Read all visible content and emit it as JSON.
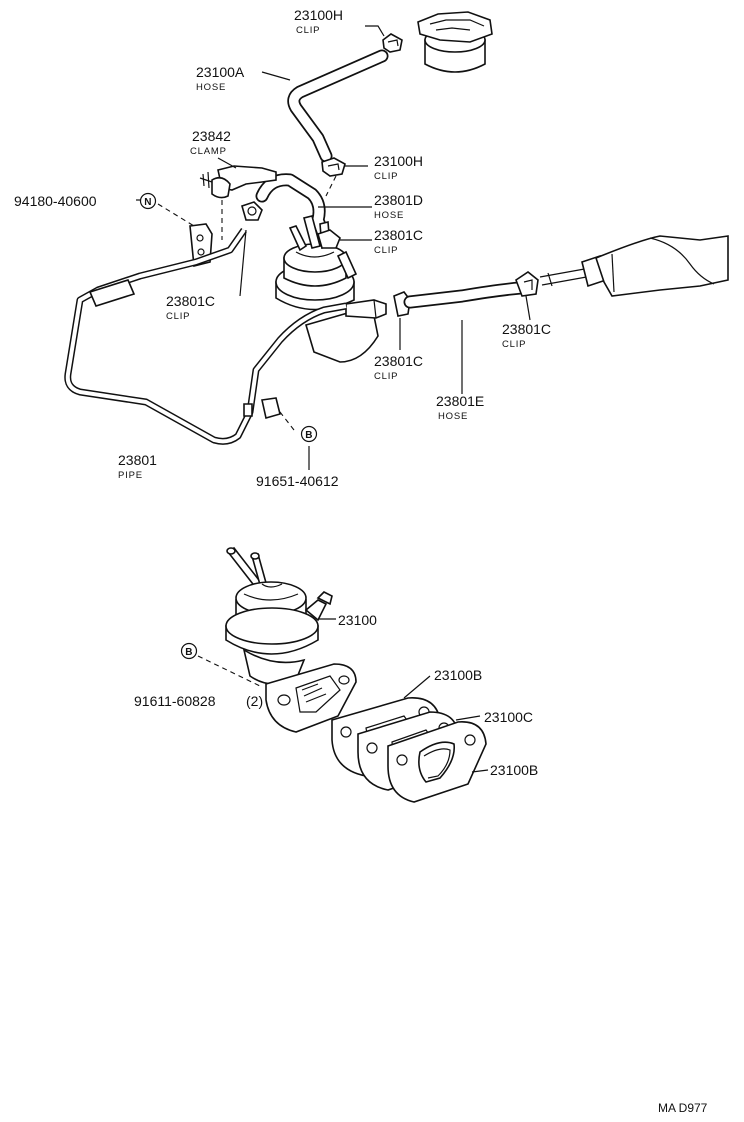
{
  "callouts": {
    "c23100H_top": {
      "number": "23100H",
      "desc": "CLIP"
    },
    "c23100A": {
      "number": "23100A",
      "desc": "HOSE"
    },
    "c23842": {
      "number": "23842",
      "desc": "CLAMP"
    },
    "c23100H_mid": {
      "number": "23100H",
      "desc": "CLIP"
    },
    "c94180": {
      "number": "94180-40600",
      "symbol": "N"
    },
    "c23801D": {
      "number": "23801D",
      "desc": "HOSE"
    },
    "c23801C_a": {
      "number": "23801C",
      "desc": "CLIP"
    },
    "c23801C_b": {
      "number": "23801C",
      "desc": "CLIP"
    },
    "c23801C_c": {
      "number": "23801C",
      "desc": "CLIP"
    },
    "c23801C_d": {
      "number": "23801C",
      "desc": "CLIP"
    },
    "c23801E": {
      "number": "23801E",
      "desc": "HOSE"
    },
    "c23801": {
      "number": "23801",
      "desc": "PIPE"
    },
    "c91651": {
      "number": "91651-40612",
      "symbol": "B"
    },
    "c23100": {
      "number": "23100"
    },
    "c91611": {
      "number": "91611-60828",
      "qty": "(2)",
      "symbol": "B"
    },
    "c23100B_a": {
      "number": "23100B"
    },
    "c23100C": {
      "number": "23100C"
    },
    "c23100B_b": {
      "number": "23100B"
    }
  },
  "figure_code": "MA D977"
}
